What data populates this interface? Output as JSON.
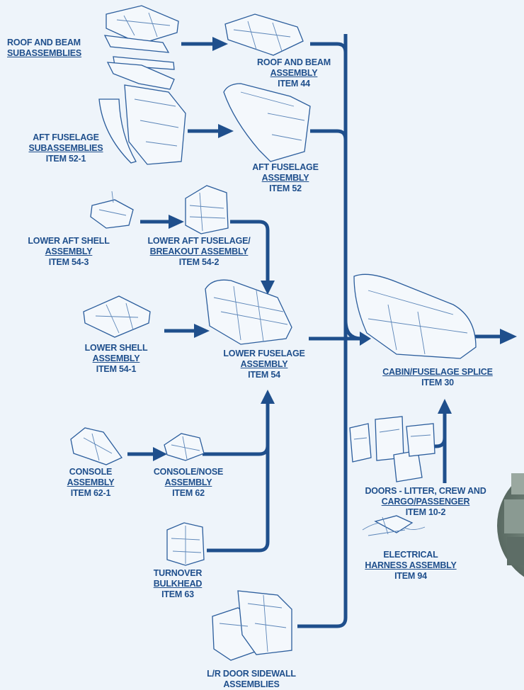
{
  "colors": {
    "line": "#1f4f8c",
    "background": "#eef4fa",
    "drawing": "#2b5d9c"
  },
  "labels": {
    "roof_beam_sub": {
      "line1": "ROOF AND BEAM",
      "line2": "SUBASSEMBLIES"
    },
    "roof_beam_asm": {
      "line1": "ROOF AND BEAM",
      "line2": "ASSEMBLY",
      "item": "ITEM 44"
    },
    "aft_fuse_sub": {
      "line1": "AFT FUSELAGE",
      "line2": "SUBASSEMBLIES",
      "item": "ITEM 52-1"
    },
    "aft_fuse_asm": {
      "line1": "AFT FUSELAGE",
      "line2": "ASSEMBLY",
      "item": "ITEM 52"
    },
    "lower_aft_shell": {
      "line1": "LOWER AFT SHELL",
      "line2": "ASSEMBLY",
      "item": "ITEM 54-3"
    },
    "lower_aft_breakout": {
      "line1": "LOWER AFT FUSELAGE/",
      "line2": "BREAKOUT ASSEMBLY",
      "item": "ITEM 54-2"
    },
    "lower_shell": {
      "line1": "LOWER SHELL",
      "line2": "ASSEMBLY",
      "item": "ITEM 54-1"
    },
    "lower_fuse": {
      "line1": "LOWER FUSELAGE",
      "line2": "ASSEMBLY",
      "item": "ITEM 54"
    },
    "cabin_splice": {
      "line1": "CABIN/FUSELAGE SPLICE",
      "item": "ITEM 30"
    },
    "console": {
      "line1": "CONSOLE",
      "line2": "ASSEMBLY",
      "item": "ITEM 62-1"
    },
    "console_nose": {
      "line1": "CONSOLE/NOSE",
      "line2": "ASSEMBLY",
      "item": "ITEM 62"
    },
    "doors": {
      "line1": "DOORS - LITTER, CREW AND",
      "line2": "CARGO/PASSENGER",
      "item": "ITEM 10-2"
    },
    "electrical": {
      "line1": "ELECTRICAL",
      "line2": "HARNESS ASSEMBLY",
      "item": "ITEM 94"
    },
    "turnover": {
      "line1": "TURNOVER",
      "line2": "BULKHEAD",
      "item": "ITEM 63"
    },
    "door_sidewall": {
      "line1": "L/R DOOR SIDEWALL",
      "line2": "ASSEMBLIES"
    }
  }
}
